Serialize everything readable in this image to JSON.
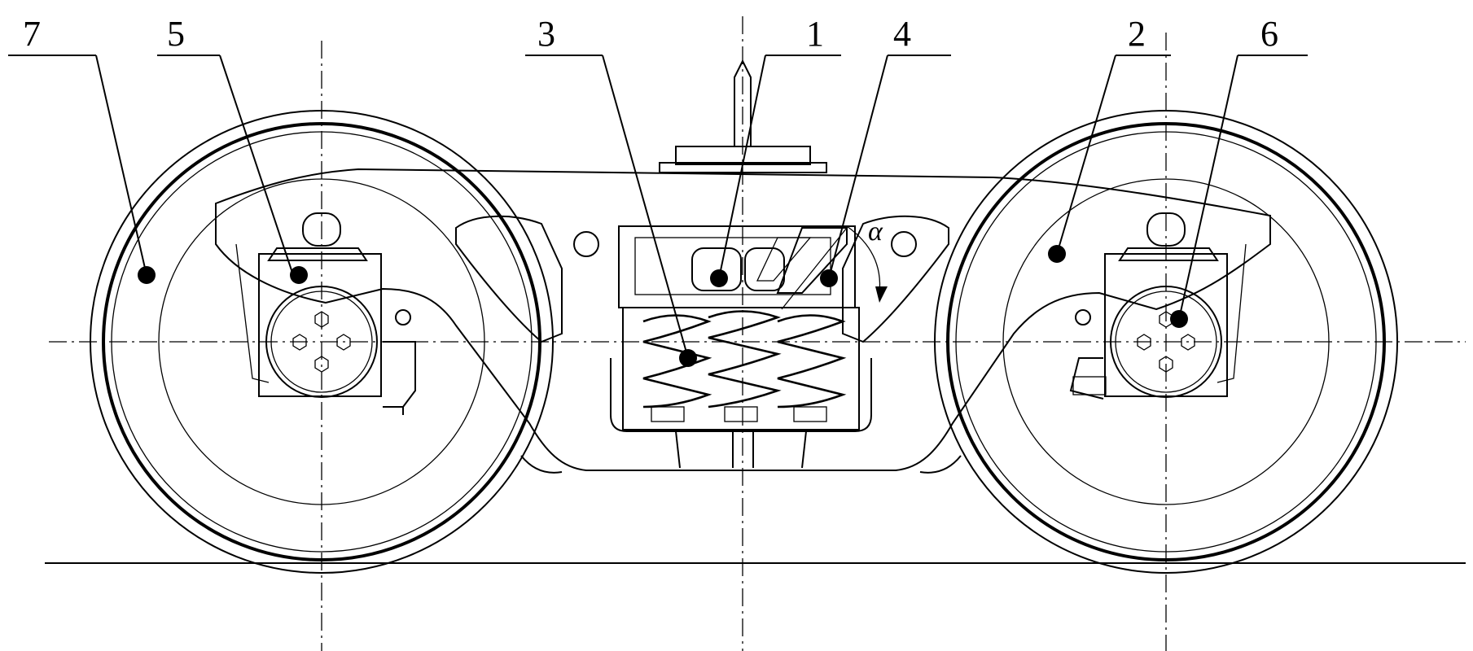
{
  "callouts": [
    {
      "id": "c7",
      "text": "7"
    },
    {
      "id": "c5",
      "text": "5"
    },
    {
      "id": "c3",
      "text": "3"
    },
    {
      "id": "c1",
      "text": "1"
    },
    {
      "id": "c4",
      "text": "4"
    },
    {
      "id": "c2",
      "text": "2"
    },
    {
      "id": "c6",
      "text": "6"
    }
  ],
  "angle_symbol": "α"
}
